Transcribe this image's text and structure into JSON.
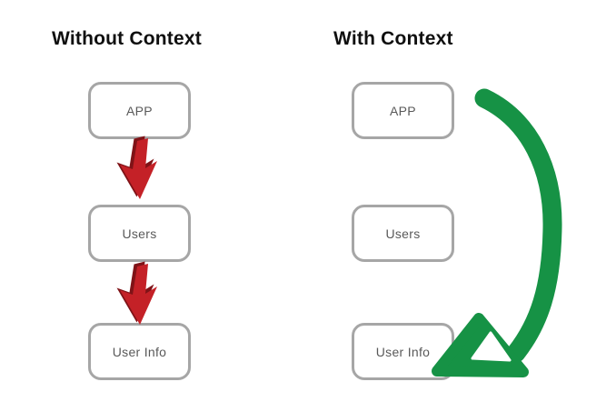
{
  "diagram": {
    "background": "#ffffff",
    "left_panel": {
      "title": "Without Context",
      "boxes": [
        {
          "label": "APP"
        },
        {
          "label": "Users"
        },
        {
          "label": "User Info"
        }
      ],
      "arrows": [
        {
          "name": "red-3d-arrow-app-to-users",
          "from": "APP",
          "to": "Users",
          "style": "straight-down-3d",
          "color": "#c42127"
        },
        {
          "name": "red-3d-arrow-users-to-userinfo",
          "from": "Users",
          "to": "User Info",
          "style": "straight-down-3d",
          "color": "#c42127"
        }
      ]
    },
    "right_panel": {
      "title": "With Context",
      "boxes": [
        {
          "label": "APP"
        },
        {
          "label": "Users"
        },
        {
          "label": "User Info"
        }
      ],
      "arrows": [
        {
          "name": "green-curved-arrow-app-to-userinfo",
          "from": "APP",
          "to": "User Info",
          "style": "curved-bypass",
          "color": "#169245"
        }
      ]
    },
    "colors": {
      "arrow_red": "#c42127",
      "arrow_red_shadow": "#7f1317",
      "arrow_green": "#169245",
      "box_border": "#a6a6a6",
      "box_text": "#595959",
      "title_text": "#0f0f0f",
      "background": "#ffffff"
    }
  }
}
